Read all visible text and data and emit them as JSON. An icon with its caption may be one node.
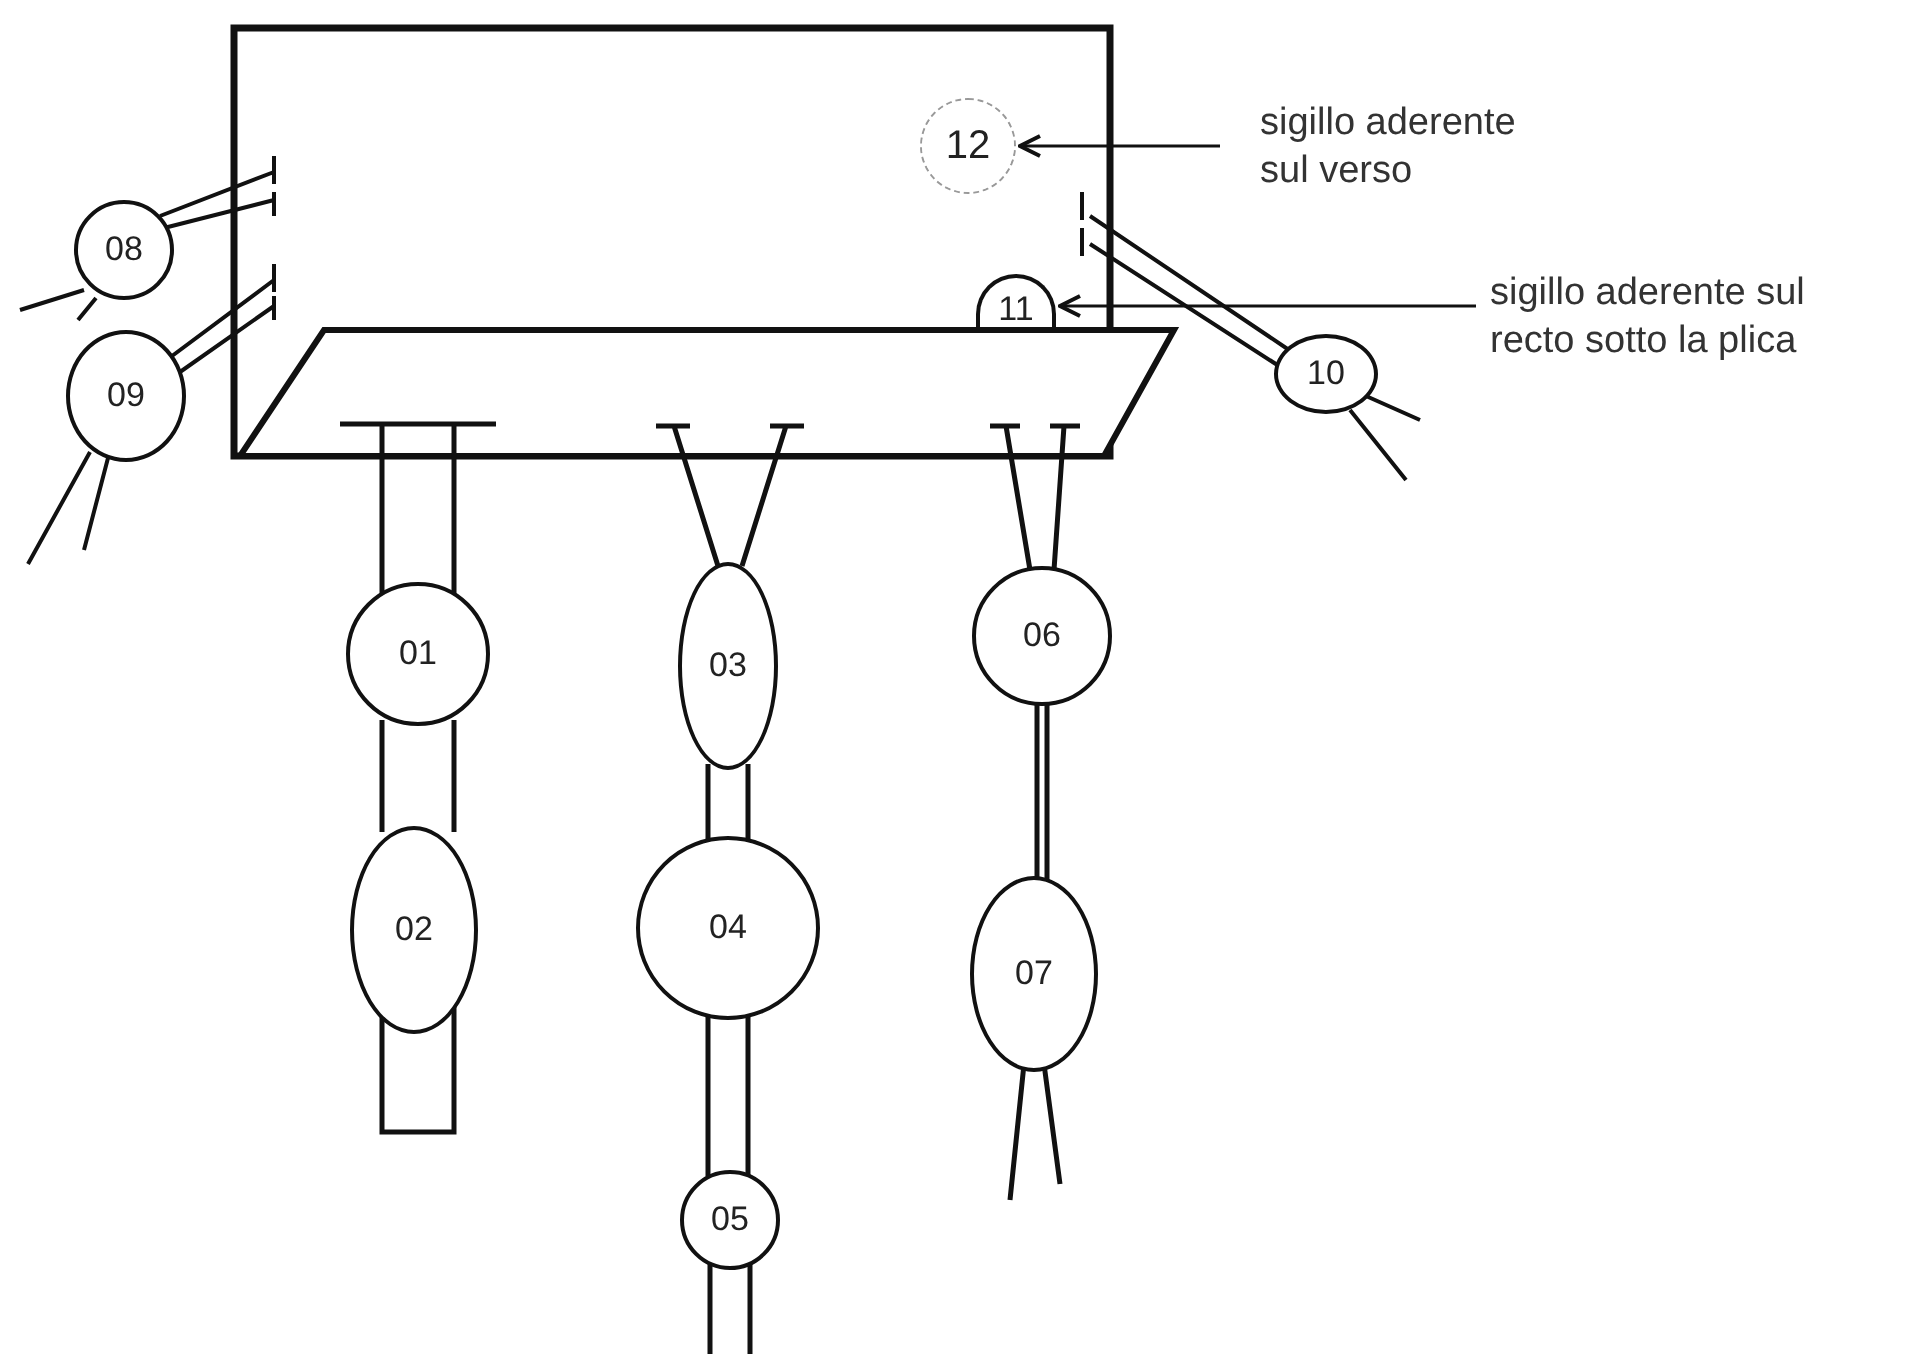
{
  "diagram": {
    "nodes": [
      {
        "text": [
          "01"
        ]
      },
      {
        "text": [
          "02"
        ]
      },
      {
        "text": [
          "03"
        ]
      },
      {
        "text": [
          "04"
        ]
      },
      {
        "text": [
          "05"
        ]
      },
      {
        "text": [
          "06"
        ]
      },
      {
        "text": [
          "07"
        ]
      },
      {
        "text": [
          "08"
        ]
      },
      {
        "text": [
          "09"
        ]
      },
      {
        "text": [
          "10"
        ]
      },
      {
        "text": [
          "11"
        ]
      },
      {
        "text": [
          "12"
        ]
      },
      {
        "text": [
          "sigillo aderente sul verso"
        ]
      },
      {
        "text": [
          "sigillo aderente sul recto sotto la plica"
        ]
      }
    ],
    "edges": [
      {
        "from": 0,
        "to": 1,
        "arrow": "none"
      },
      {
        "from": 2,
        "to": 3,
        "arrow": "none"
      },
      {
        "from": 3,
        "to": 4,
        "arrow": "none"
      },
      {
        "from": 5,
        "to": 6,
        "arrow": "none"
      },
      {
        "from": 12,
        "to": 11,
        "arrow": "to"
      },
      {
        "from": 13,
        "to": 10,
        "arrow": "to"
      }
    ]
  }
}
